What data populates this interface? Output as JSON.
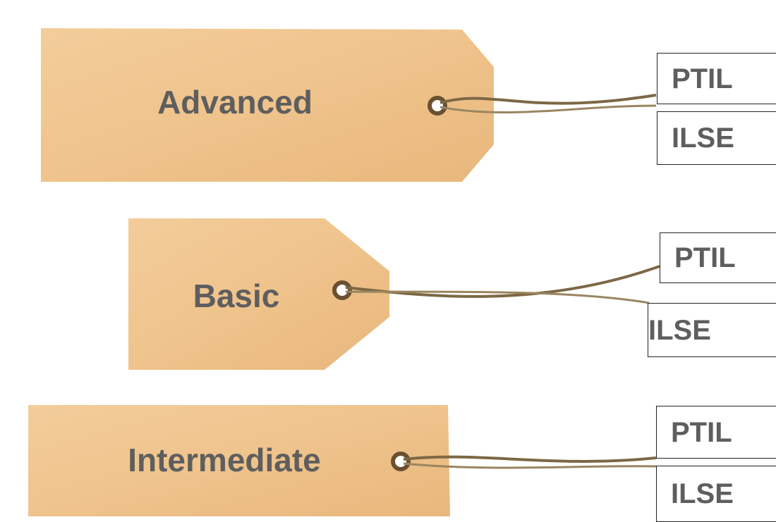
{
  "tags": [
    {
      "label": "Advanced",
      "options": [
        "PTIL",
        "ILSE"
      ]
    },
    {
      "label": "Basic",
      "options": [
        "PTIL",
        "ILSE"
      ]
    },
    {
      "label": "Intermediate",
      "options": [
        "PTIL",
        "ILSE"
      ]
    }
  ],
  "colors": {
    "tag_fill": "#f1c894",
    "tag_shade": "#e6b47a",
    "string": "#8a7450",
    "label_text": "#5e5e5e",
    "box_border": "#222222"
  }
}
